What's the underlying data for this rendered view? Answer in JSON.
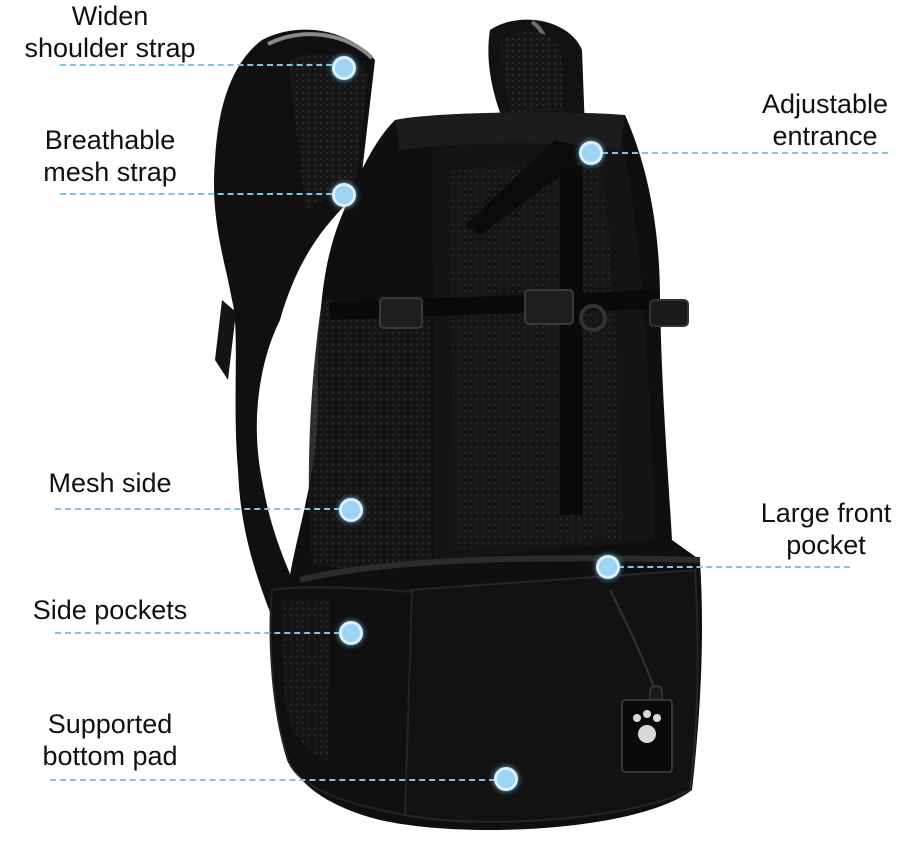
{
  "callouts": {
    "shoulder_strap": {
      "line1": "Widen",
      "line2": "shoulder strap"
    },
    "mesh_strap": {
      "line1": "Breathable",
      "line2": "mesh strap"
    },
    "entrance": {
      "line1": "Adjustable",
      "line2": "entrance"
    },
    "mesh_side": {
      "line1": "Mesh side"
    },
    "front_pocket": {
      "line1": "Large front",
      "line2": "pocket"
    },
    "side_pockets": {
      "line1": "Side pockets"
    },
    "bottom_pad": {
      "line1": "Supported",
      "line2": "bottom pad"
    }
  },
  "colors": {
    "backpack": "#0d0d0d",
    "mesh": "#1b1b1b",
    "accent_line": "#7fc3ea",
    "marker": "#9fd3f3"
  }
}
